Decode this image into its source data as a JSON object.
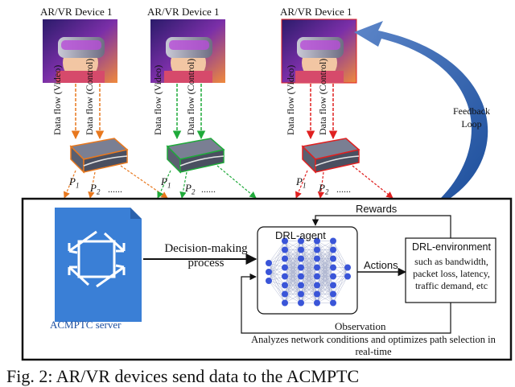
{
  "devices": [
    {
      "label": "AR/VR Device 1",
      "flow_video": "Data flow (Video)",
      "flow_control": "Data flow (Control)",
      "color": "#e8781e"
    },
    {
      "label": "AR/VR Device 1",
      "flow_video": "Data flow (Video)",
      "flow_control": "Data flow (Control)",
      "color": "#1faa3a"
    },
    {
      "label": "AR/VR Device 1",
      "flow_video": "Data flow (Video)",
      "flow_control": "Data flow (Control)",
      "color": "#e02020"
    }
  ],
  "paths": {
    "p1": "P",
    "p1_sub": "1",
    "p2": "P",
    "p2_sub": "2",
    "dots": "......"
  },
  "feedback": {
    "line1": "Feedback",
    "line2": "Loop"
  },
  "server": {
    "label": "ACMPTC server",
    "icon": "arrows-cycle-icon",
    "color": "#3a7fd6"
  },
  "decision": {
    "line1": "Decision-making",
    "line2": "process"
  },
  "agent": {
    "title": "DRL-agent",
    "node_color": "#3a55d8"
  },
  "actions": "Actions",
  "rewards": "Rewards",
  "environment": {
    "title": "DRL-environment",
    "lines": [
      "such as bandwidth,",
      "packet loss, latency,",
      "traffic demand, etc"
    ]
  },
  "observation": "Observation",
  "analyze": {
    "line1": "Analyzes network conditions and optimizes path selection in",
    "line2": "real-time"
  },
  "caption": "Fig. 2: AR/VR devices send data to the ACMPTC"
}
